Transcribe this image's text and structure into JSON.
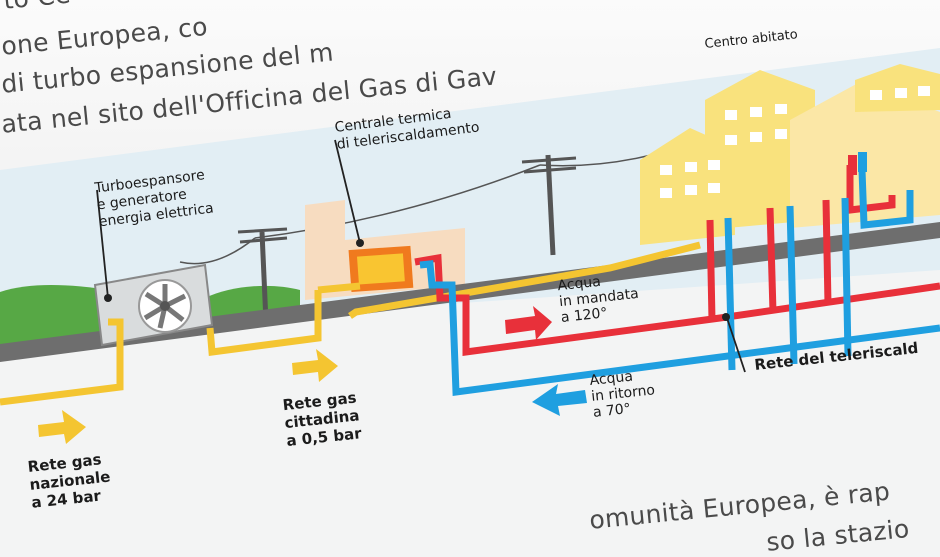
{
  "paragraph_top": [
    "to Ce",
    "one Europea, co",
    "di turbo espansione del m",
    "ata nel sito dell'Officina del Gas di Gav"
  ],
  "paragraph_bottom": [
    "omunità Europea, è rap",
    "so la stazio"
  ],
  "labels": {
    "turboexpander": [
      "Turboespansore",
      "e generatore",
      "energia elettrica"
    ],
    "thermal_plant": [
      "Centrale termica",
      "di teleriscaldamento"
    ],
    "town": "Centro abitato",
    "supply_water": [
      "Acqua",
      "in mandata",
      "a 120°"
    ],
    "return_water": [
      "Acqua",
      "in ritorno",
      "a 70°"
    ],
    "district_heating_network": "Rete del teleriscald",
    "city_gas": [
      "Rete gas",
      "cittadina",
      "a 0,5 bar"
    ],
    "national_gas": [
      "Rete gas",
      "nazionale",
      "a 24 bar"
    ]
  },
  "colors": {
    "gas_pipe": "#f4c531",
    "supply_pipe": "#e8303a",
    "return_pipe": "#1f9fe0",
    "ground": "#6e6e6e",
    "grass": "#57a845",
    "buildings": "#f9e27d",
    "plant": "#f7dcc0",
    "sky": "#e2eef4"
  }
}
